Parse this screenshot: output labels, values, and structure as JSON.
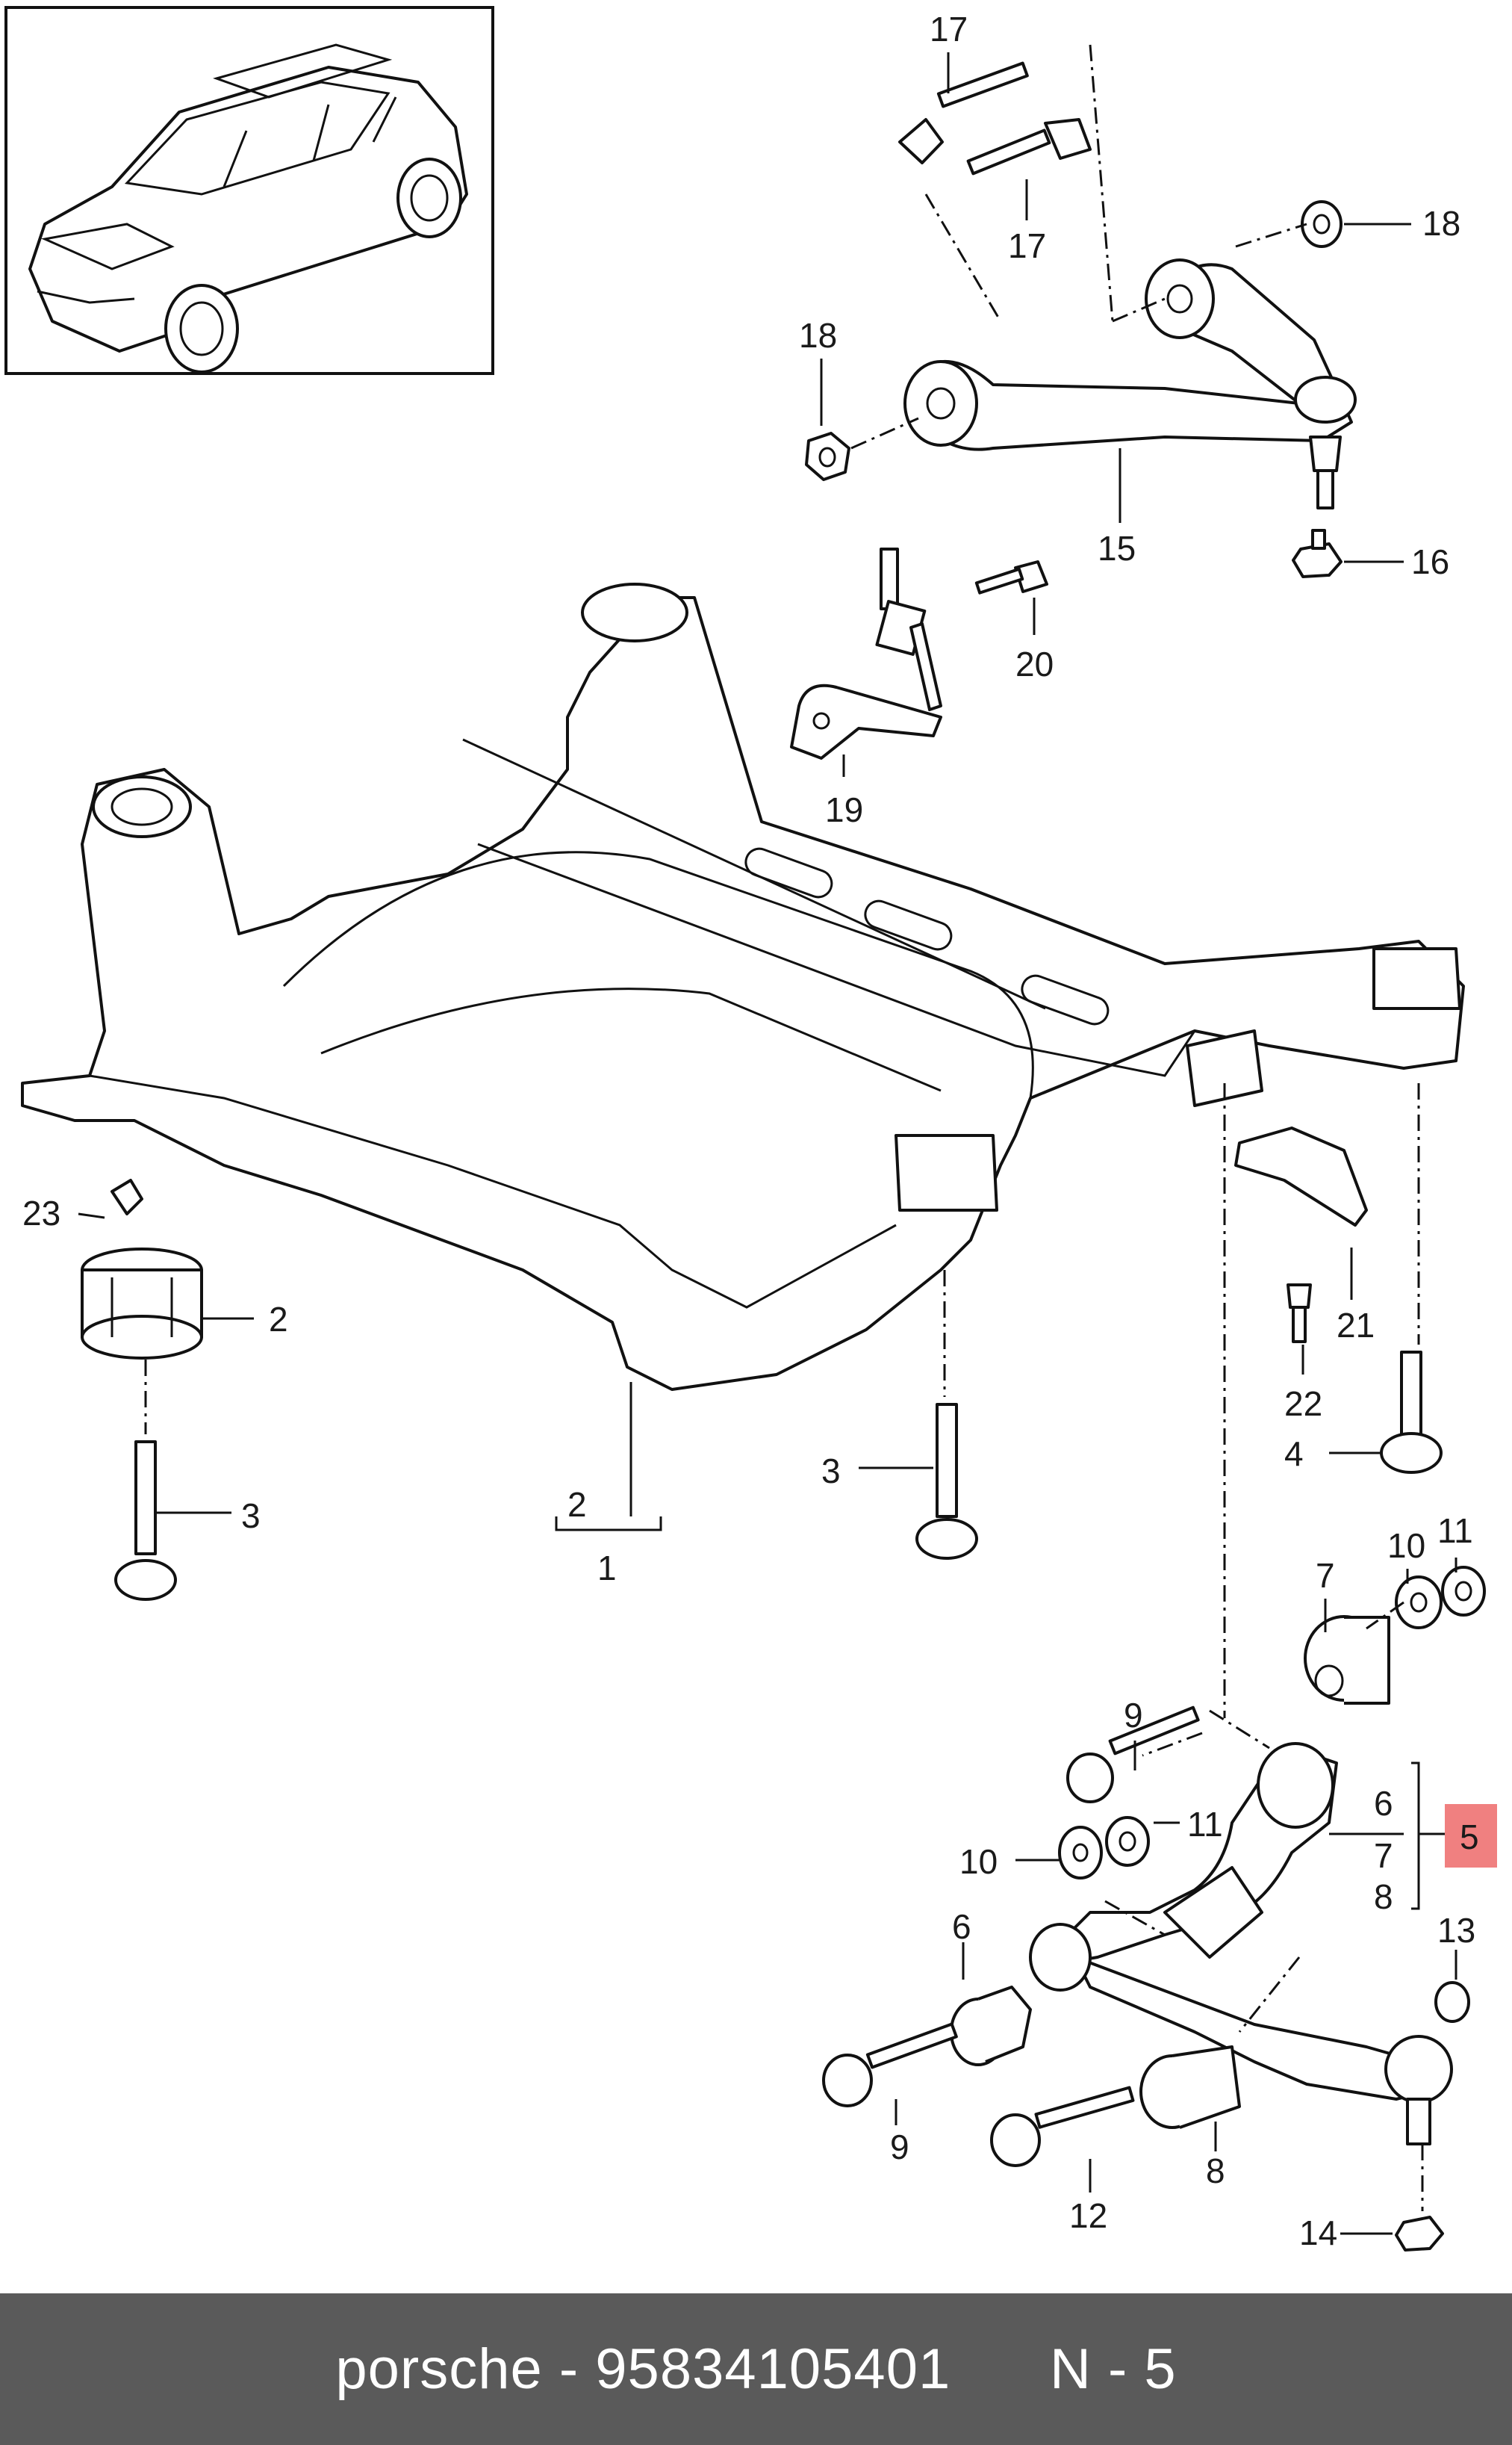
{
  "callouts": {
    "c1": "1",
    "c2a": "2",
    "c2b": "2",
    "c3a": "3",
    "c3b": "3",
    "c4": "4",
    "c5": "5",
    "c6a": "6",
    "c6b": "6",
    "c7a": "7",
    "c7b": "7",
    "c8a": "8",
    "c8b": "8",
    "c9a": "9",
    "c9b": "9",
    "c10a": "10",
    "c10b": "10",
    "c11a": "11",
    "c11b": "11",
    "c12": "12",
    "c13": "13",
    "c14": "14",
    "c15": "15",
    "c16": "16",
    "c17a": "17",
    "c17b": "17",
    "c18a": "18",
    "c18b": "18",
    "c19": "19",
    "c20": "20",
    "c21": "21",
    "c22": "22",
    "c23": "23"
  },
  "highlight_color": "#f08080",
  "footer": {
    "brand": "porsche",
    "separator": " - ",
    "part_number": "95834105401",
    "page_ref": "N - 5"
  }
}
